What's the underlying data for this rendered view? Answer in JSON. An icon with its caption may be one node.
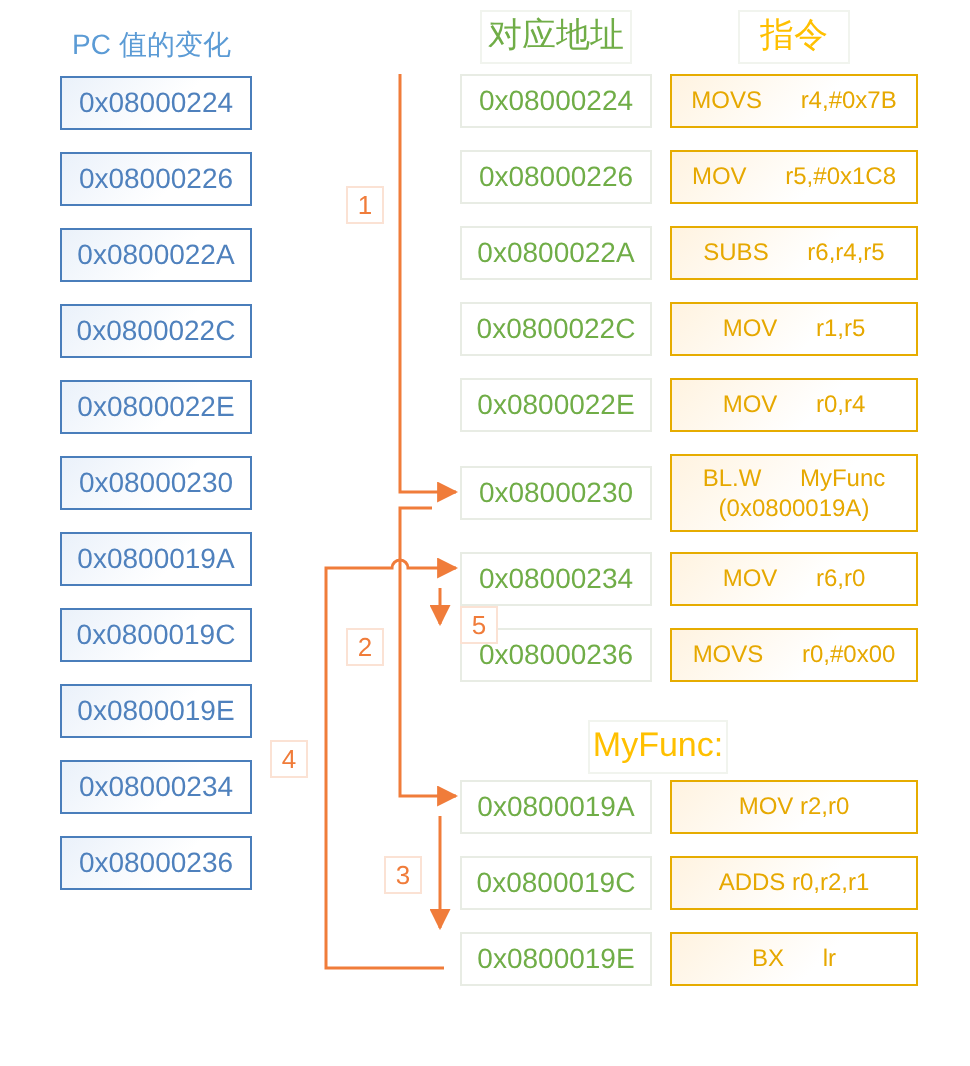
{
  "diagram": {
    "nodes": [
      {
        "text": [
          "0x08000224"
        ]
      },
      {
        "text": [
          "0x08000226"
        ]
      },
      {
        "text": [
          "0x0800022A"
        ]
      },
      {
        "text": [
          "0x0800022C"
        ]
      },
      {
        "text": [
          "0x0800022E"
        ]
      },
      {
        "text": [
          "0x08000230"
        ]
      },
      {
        "text": [
          "0x0800019A"
        ]
      },
      {
        "text": [
          "0x0800019C"
        ]
      },
      {
        "text": [
          "0x0800019E"
        ]
      },
      {
        "text": [
          "0x08000234"
        ]
      },
      {
        "text": [
          "0x08000236"
        ]
      },
      {
        "text": [
          "对应地址"
        ]
      },
      {
        "text": [
          "指令"
        ]
      },
      {
        "text": [
          "0x08000224"
        ]
      },
      {
        "text": [
          "0x08000226"
        ]
      },
      {
        "text": [
          "0x0800022A"
        ]
      },
      {
        "text": [
          "0x0800022C"
        ]
      },
      {
        "text": [
          "0x0800022E"
        ]
      },
      {
        "text": [
          "0x08000230"
        ]
      },
      {
        "text": [
          "0x08000234"
        ]
      },
      {
        "text": [
          "0x08000236"
        ]
      },
      {
        "text": [
          "MOVS r4,#0x7B"
        ]
      },
      {
        "text": [
          "MOV r5,#0x1C8"
        ]
      },
      {
        "text": [
          "SUBS r6,r4,r5"
        ]
      },
      {
        "text": [
          "MOV r1,r5"
        ]
      },
      {
        "text": [
          "MOV r0,r4"
        ]
      },
      {
        "text": [
          "BL.W MyFunc (0x0800019A)"
        ]
      },
      {
        "text": [
          "MOV r6,r0"
        ]
      },
      {
        "text": [
          "MOVS r0,#0x00"
        ]
      },
      {
        "text": [
          "MyFunc:"
        ]
      },
      {
        "text": [
          "0x0800019A"
        ]
      },
      {
        "text": [
          "0x0800019C"
        ]
      },
      {
        "text": [
          "0x0800019E"
        ]
      },
      {
        "text": [
          "MOV r2,r0"
        ]
      },
      {
        "text": [
          "ADDS r0,r2,r1"
        ]
      },
      {
        "text": [
          "BX lr"
        ]
      }
    ],
    "edges": [
      {
        "from": null,
        "to": 18,
        "arrow": "to",
        "label": "1"
      },
      {
        "from": 18,
        "to": 30,
        "arrow": "to",
        "label": "2"
      },
      {
        "from": 19,
        "to": 20,
        "arrow": "to",
        "label": "5"
      },
      {
        "from": 30,
        "to": 32,
        "arrow": "to",
        "label": "3"
      },
      {
        "from": 32,
        "to": 19,
        "arrow": "to",
        "label": "4"
      }
    ],
    "labels": [
      "PC 值的变化"
    ]
  }
}
